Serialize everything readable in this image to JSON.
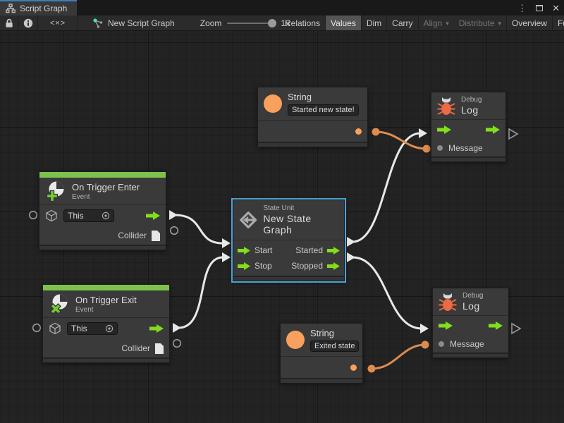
{
  "window": {
    "tab_title": "Script Graph",
    "menu_glyph": "⋮",
    "close_glyph": "✕"
  },
  "toolbar": {
    "code_glyph": "<×>",
    "graph_name": "New Script Graph",
    "zoom_label": "Zoom",
    "zoom_value": "1x",
    "caret_glyph": "▾",
    "buttons": [
      {
        "label": "Relations"
      },
      {
        "label": "Values"
      },
      {
        "label": "Dim"
      },
      {
        "label": "Carry"
      },
      {
        "label": "Align"
      },
      {
        "label": "Distribute"
      },
      {
        "label": "Overview"
      },
      {
        "label": "Full Screen"
      }
    ]
  },
  "nodes": {
    "string_top": {
      "title": "String",
      "value": "Started new state!"
    },
    "debug_top": {
      "subtitle": "Debug",
      "title": "Log",
      "input_label": "Message"
    },
    "trigger_enter": {
      "title": "On Trigger Enter",
      "subtitle": "Event",
      "target_value": "This",
      "output_label": "Collider"
    },
    "state_unit": {
      "subtitle": "State Unit",
      "title": "New State Graph",
      "input_1": "Start",
      "input_2": "Stop",
      "output_1": "Started",
      "output_2": "Stopped"
    },
    "trigger_exit": {
      "title": "On Trigger Exit",
      "subtitle": "Event",
      "target_value": "This",
      "output_label": "Collider"
    },
    "string_bottom": {
      "title": "String",
      "value": "Exited state"
    },
    "debug_bottom": {
      "subtitle": "Debug",
      "title": "Log",
      "input_label": "Message"
    }
  },
  "colors": {
    "accent-blue": "#3d7dbd",
    "event-green": "#7dc24c",
    "port-green": "#83dd1d",
    "icon-green": "#72ca35",
    "port-orange": "#f9a05c",
    "wire-orange": "#de8c4e",
    "wire-white": "#e8e8e8",
    "bug-orange": "#ed6a45",
    "canvas-bg": "#232323",
    "node-bg": "#3a3a3a",
    "selection-blue": "#4ca2d6",
    "toolbar-bg": "#2b2b2b",
    "titlebar-bg": "#191919",
    "tab-bg": "#383838"
  }
}
